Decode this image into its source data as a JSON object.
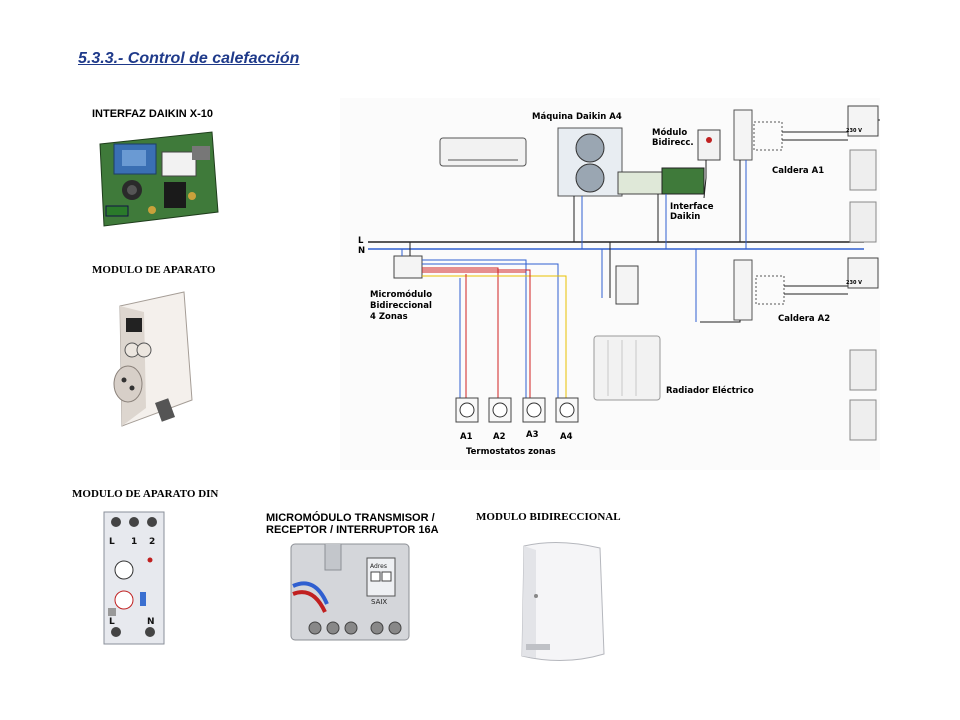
{
  "page": {
    "title": "5.3.3.- Control de calefacción"
  },
  "captions": {
    "interfaz_x10": "INTERFAZ DAIKIN X-10",
    "modulo_aparato": "MODULO DE APARATO",
    "modulo_aparato_din": "MODULO DE APARATO DIN",
    "micromodulo_line1": "MICROMÓDULO TRANSMISOR /",
    "micromodulo_line2": "RECEPTOR / INTERRUPTOR 16A",
    "modulo_bidireccional": "MODULO BIDIRECCIONAL"
  },
  "diagram": {
    "maquina": "Máquina Daikin A4",
    "modulo_bidir_1": "Módulo",
    "modulo_bidir_2": "Bidirecc.",
    "interface_1": "Interface",
    "interface_2": "Daikin",
    "caldera_a1": "Caldera A1",
    "caldera_a2": "Caldera A2",
    "line_l": "L",
    "line_n": "N",
    "micro_1": "Micromódulo",
    "micro_2": "Bidireccional",
    "micro_3": "4 Zonas",
    "radiador": "Radiador Eléctrico",
    "termostatos": [
      "A1",
      "A2",
      "A3",
      "A4"
    ],
    "termostatos_zonas": "Termostatos zonas",
    "volt_1": "230 V",
    "volt_2": "230 V"
  },
  "device_text": {
    "din_terminals_top": [
      "L",
      "1",
      "2"
    ],
    "din_terminals_bottom": [
      "L",
      "N"
    ],
    "micro_adres": "Adres",
    "micro_saix": "SAIX"
  },
  "colors": {
    "title": "#1f3a8a",
    "wire_blue": "#2f5fd0",
    "wire_red": "#d02020",
    "wire_yellow": "#e8c000",
    "wire_black": "#222222"
  }
}
